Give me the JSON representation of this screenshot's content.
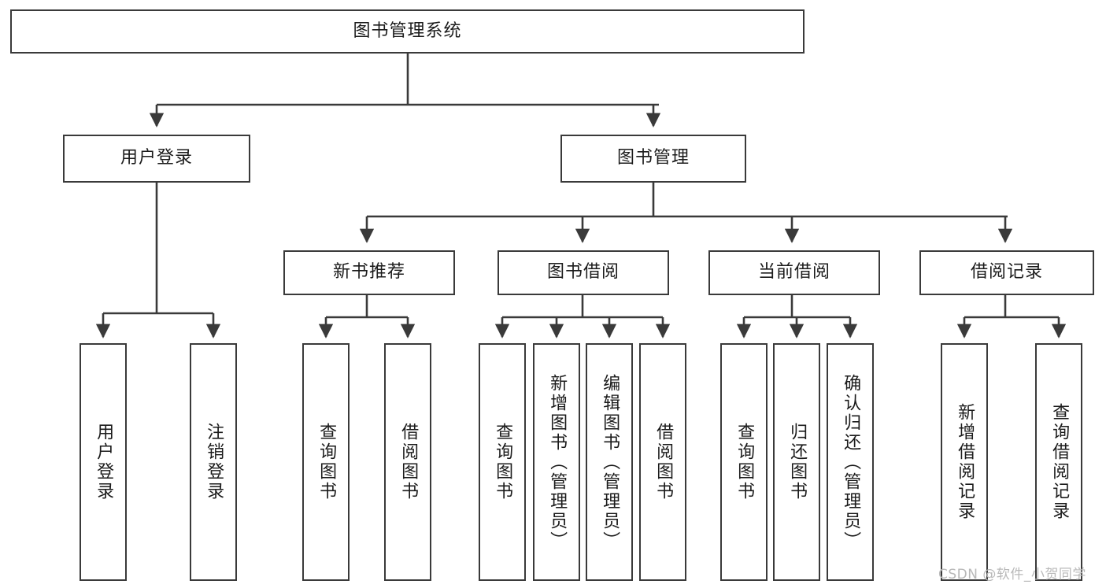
{
  "diagram": {
    "title": "图书管理系统",
    "type": "tree-hierarchy",
    "background_color": "#ffffff",
    "line_color": "#3a3a3a",
    "text_color": "#1b1b1b",
    "levels": {
      "root": {
        "label": "图书管理系统"
      },
      "level2": [
        {
          "label": "用户登录"
        },
        {
          "label": "图书管理"
        }
      ],
      "level3": [
        {
          "label": "新书推荐"
        },
        {
          "label": "图书借阅"
        },
        {
          "label": "当前借阅"
        },
        {
          "label": "借阅记录"
        }
      ],
      "leaves": {
        "user_login": [
          {
            "label": "用户登录"
          },
          {
            "label": "注销登录"
          }
        ],
        "new_book_recommend": [
          {
            "label": "查询图书"
          },
          {
            "label": "借阅图书"
          }
        ],
        "book_borrow": [
          {
            "label": "查询图书"
          },
          {
            "label": "新增图书（管理员）"
          },
          {
            "label": "编辑图书（管理员）"
          },
          {
            "label": "借阅图书"
          }
        ],
        "current_borrow": [
          {
            "label": "查询图书"
          },
          {
            "label": "归还图书"
          },
          {
            "label": "确认归还（管理员）"
          }
        ],
        "borrow_record": [
          {
            "label": "新增借阅记录"
          },
          {
            "label": "查询借阅记录"
          }
        ]
      }
    }
  },
  "watermark": {
    "text": "CSDN @软件_小贺同学",
    "color": "#b9b9b9"
  }
}
